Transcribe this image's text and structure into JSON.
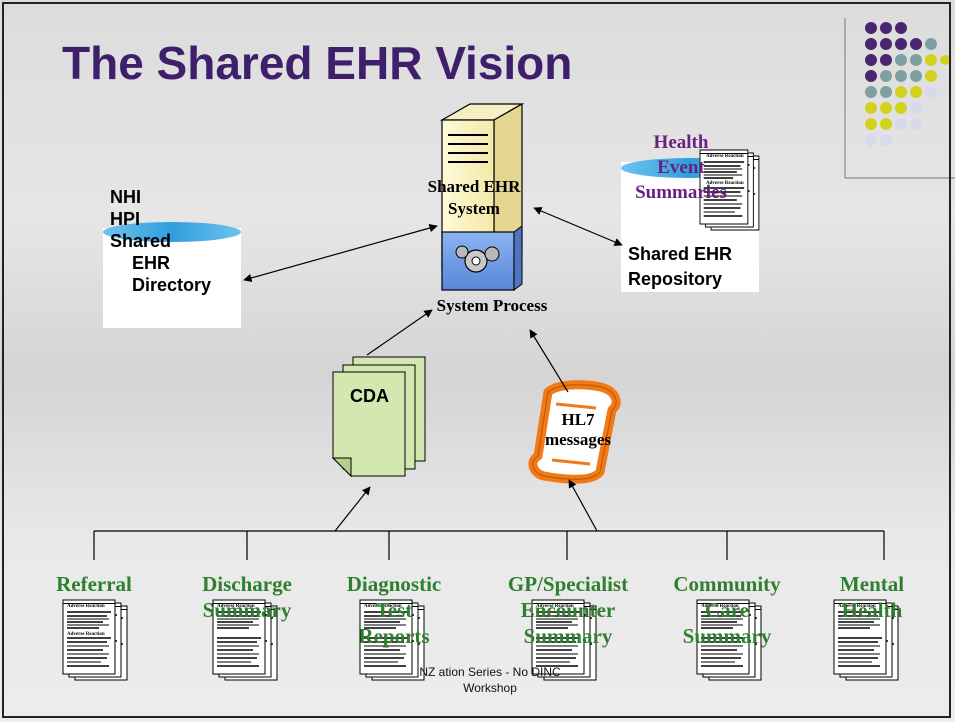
{
  "slide": {
    "title": "The Shared EHR Vision",
    "footer": {
      "line1": "NZ      ation Series - No      DINC",
      "line2": "Workshop"
    }
  },
  "directory": {
    "lines": [
      "NHI",
      "HPI",
      "Shared",
      "EHR",
      "Directory"
    ]
  },
  "server": {
    "label_line1": "Shared EHR",
    "label_line2": "System",
    "process_label": "System Process"
  },
  "repository": {
    "event_lines": [
      "Health",
      "Event",
      "Summaries"
    ],
    "label_line1": "Shared EHR",
    "label_line2": "Repository"
  },
  "cda": {
    "label": "CDA"
  },
  "hl7": {
    "label_line1": "HL7",
    "label_line2": "messages"
  },
  "document_icon": {
    "header": "Adverse Reaction"
  },
  "leaves": [
    {
      "id": "referral",
      "lines": [
        "Referral"
      ]
    },
    {
      "id": "discharge",
      "lines": [
        "Discharge",
        "Summary"
      ]
    },
    {
      "id": "diagnostic",
      "lines": [
        "Diagnostic",
        "Test",
        "Reports"
      ]
    },
    {
      "id": "gp",
      "lines": [
        "GP/Specialist",
        "Encounter",
        "Summary"
      ]
    },
    {
      "id": "community",
      "lines": [
        "Community",
        "Care",
        "Summary"
      ]
    },
    {
      "id": "mental",
      "lines": [
        "Mental",
        "Health"
      ]
    }
  ],
  "colors": {
    "title": "#3f1f6b",
    "purple_dot": "#4a2670",
    "teal_dot": "#7fa0a0",
    "yellow_dot": "#d2d21e",
    "leaf_text": "#2f7f2f",
    "event_text": "#6a2080",
    "cylinder": "#3aa6e0",
    "cda_doc": "#d3e8b0",
    "scroll": "#f07a18"
  }
}
